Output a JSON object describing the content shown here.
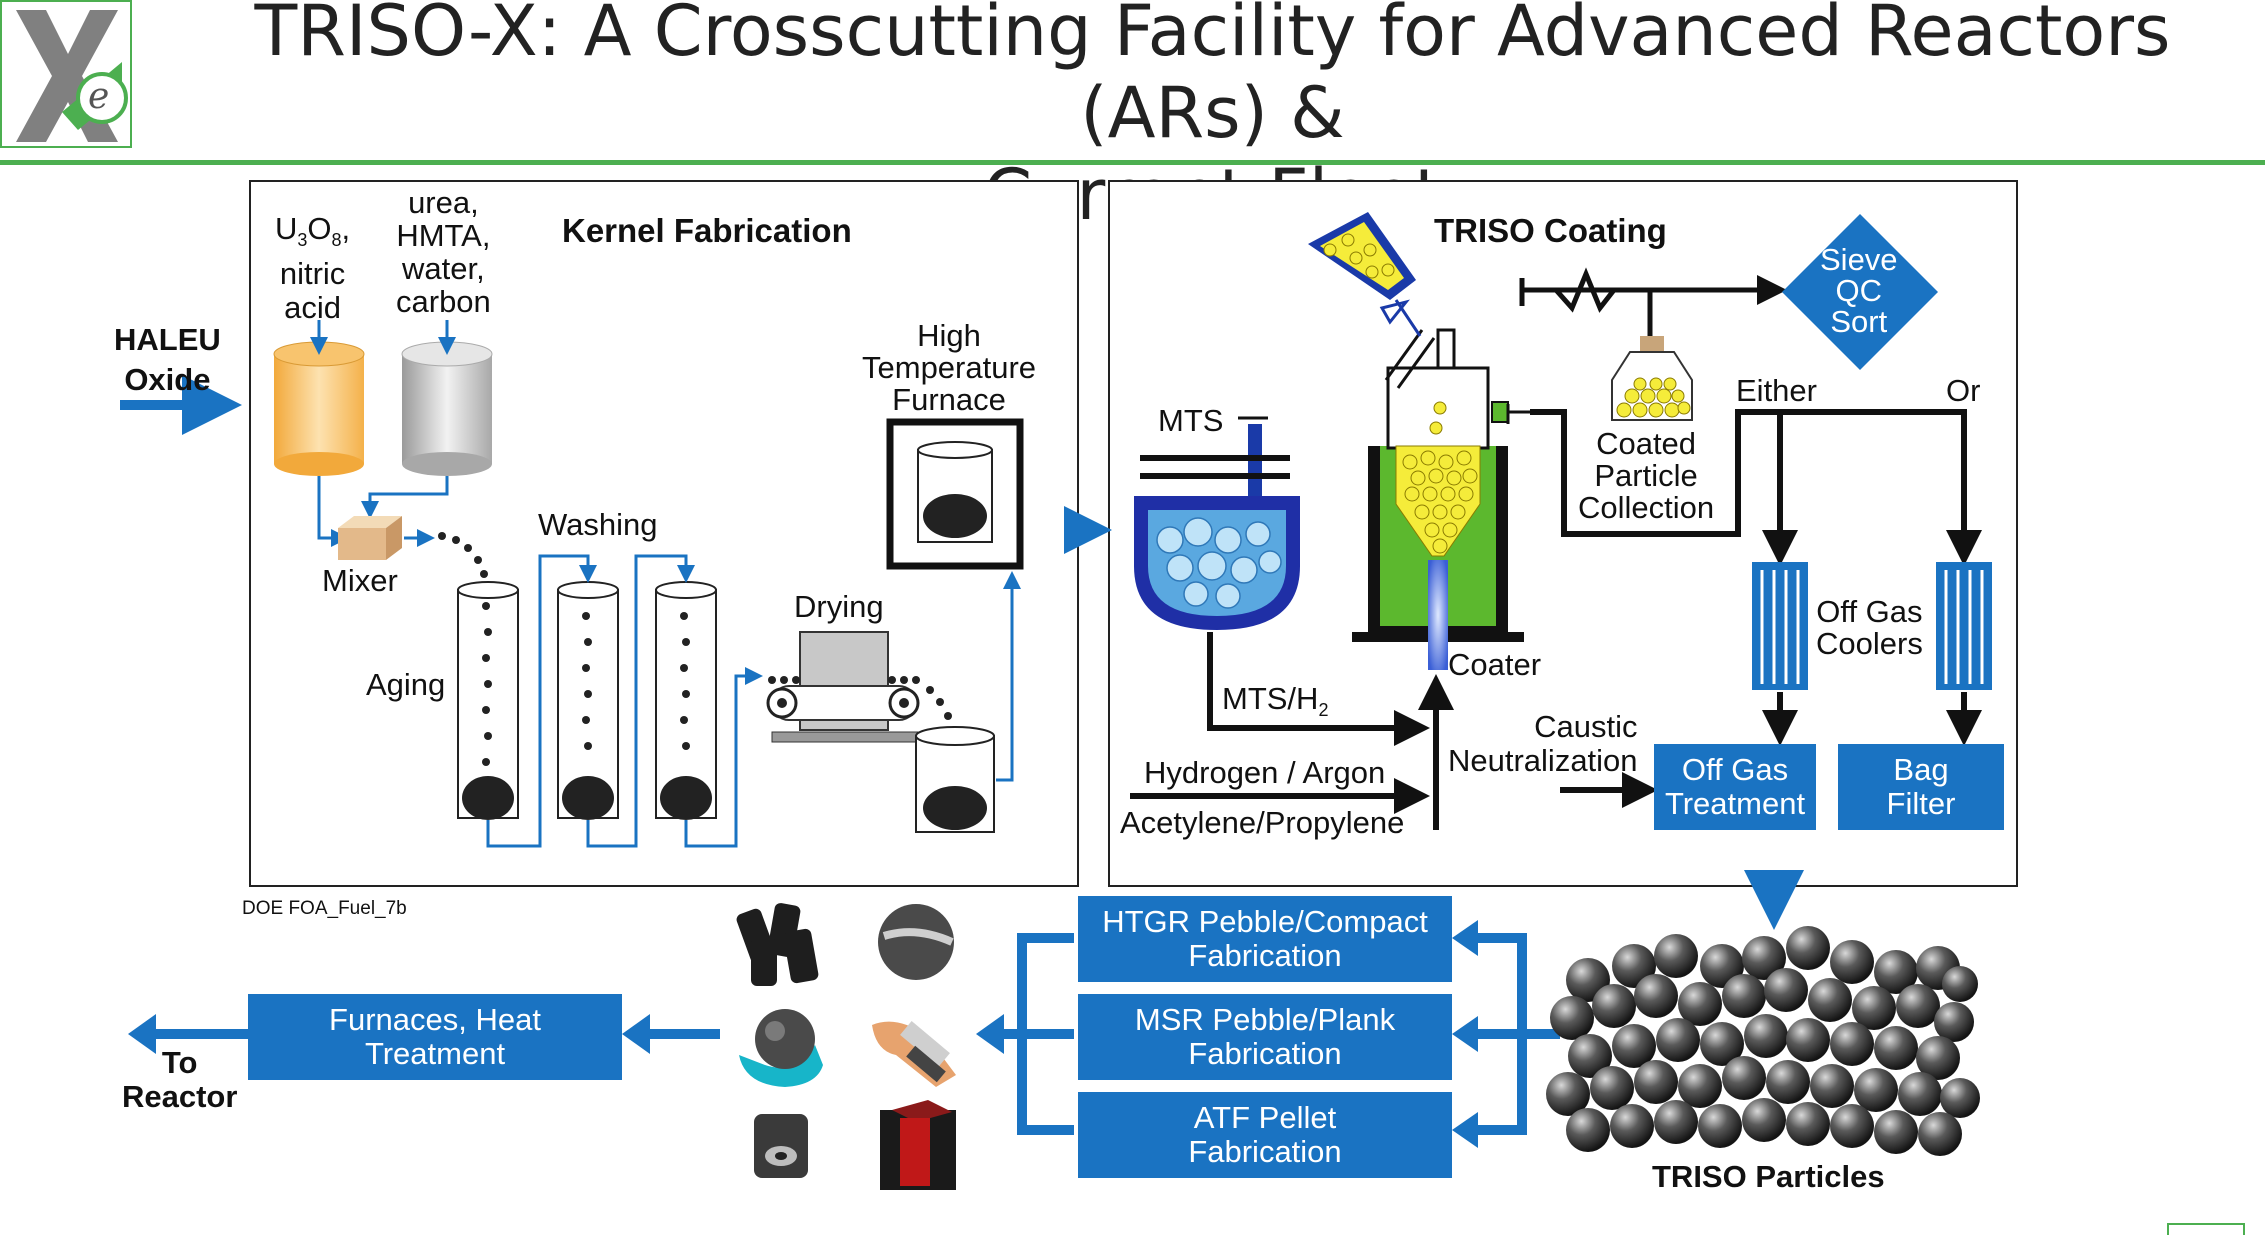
{
  "title": {
    "line1": "TRISO-X: A Crosscutting Facility for Advanced Reactors (ARs) &",
    "line2": "Current Fleet"
  },
  "logo": {
    "letter_x": "X",
    "letter_e": "e"
  },
  "colors": {
    "brand_green": "#4caf50",
    "process_blue": "#1a73c2",
    "particle_yellow": "#f5ec3a",
    "coater_green": "#5cb82e"
  },
  "kernel": {
    "heading": "Kernel Fabrication",
    "haleu_line1": "HALEU",
    "haleu_line2": "Oxide",
    "u3o8_line1": "U",
    "u3o8_sub1": "3",
    "u3o8_o": "O",
    "u3o8_sub2": "8",
    "u3o8_comma": ",",
    "u3o8_line2": "nitric",
    "u3o8_line3": "acid",
    "urea_line1": "urea,",
    "urea_line2": "HMTA,",
    "urea_line3": "water,",
    "urea_line4": "carbon",
    "mixer": "Mixer",
    "washing": "Washing",
    "aging": "Aging",
    "drying": "Drying",
    "furnace_line1": "High",
    "furnace_line2": "Temperature",
    "furnace_line3": "Furnace",
    "source": "DOE FOA_Fuel_7b"
  },
  "coating": {
    "heading": "TRISO Coating",
    "mts": "MTS",
    "mts_h2": "MTS/H",
    "mts_h2_sub": "2",
    "hydrogen_argon": "Hydrogen / Argon",
    "acetylene": "Acetylene/Propylene",
    "coater": "Coater",
    "coated_line1": "Coated",
    "coated_line2": "Particle",
    "coated_line3": "Collection",
    "sieve_line1": "Sieve",
    "sieve_line2": "QC",
    "sieve_line3": "Sort",
    "either": "Either",
    "or": "Or",
    "coolers_line1": "Off Gas",
    "coolers_line2": "Coolers",
    "caustic_line1": "Caustic",
    "caustic_line2": "Neutralization",
    "offgas_line1": "Off Gas",
    "offgas_line2": "Treatment",
    "bag_line1": "Bag",
    "bag_line2": "Filter"
  },
  "bottom": {
    "htgr_line1": "HTGR Pebble/Compact",
    "htgr_line2": "Fabrication",
    "msr_line1": "MSR Pebble/Plank",
    "msr_line2": "Fabrication",
    "atf_line1": "ATF Pellet",
    "atf_line2": "Fabrication",
    "furnaces_line1": "Furnaces, Heat",
    "furnaces_line2": "Treatment",
    "reactor_line1": "To",
    "reactor_line2": "Reactor",
    "triso_particles": "TRISO Particles"
  }
}
